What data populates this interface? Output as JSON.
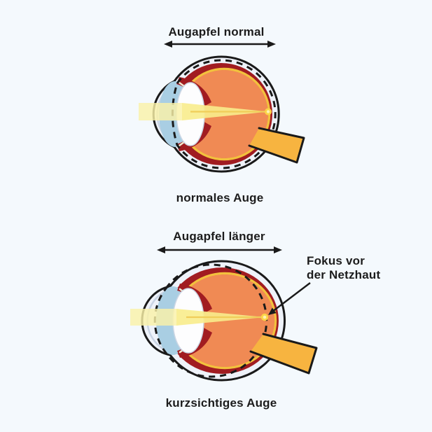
{
  "colors": {
    "background": "#f4f9fd",
    "outline": "#1a1a1a",
    "text": "#1c1c1c",
    "sclera": "#eef2f9",
    "choroid_red": "#a11c21",
    "interior_orange": "#f08a54",
    "retina_yellow": "#f2c13d",
    "iris_blue": "#a9cee3",
    "lens_white": "#fdfdfe",
    "nerve_yellow": "#f7b440",
    "beam_pale": "#faf2a8",
    "beam_cone": "#f8ec8c",
    "axis_yellow": "#f0cd5a",
    "focus_dot": "#fbd448",
    "hatch_cream": "#f3e9cf"
  },
  "diagram": {
    "normal_eye": {
      "arrow_label": "Augapfel normal",
      "caption": "normales Auge"
    },
    "myopic_eye": {
      "arrow_label": "Augapfel länger",
      "caption": "kurzsichtiges Auge",
      "annotation": {
        "line1": "Fokus vor",
        "line2": "der Netzhaut"
      }
    }
  }
}
